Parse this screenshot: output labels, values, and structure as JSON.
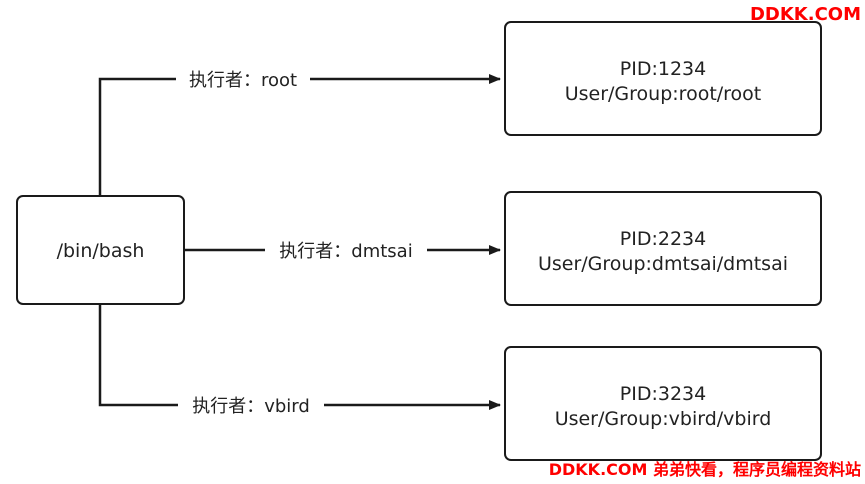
{
  "watermark": {
    "top": "DDKK.COM",
    "bottom": "DDKK.COM 弟弟快看，程序员编程资料站"
  },
  "colors": {
    "stroke": "#1a1a1a",
    "watermark": "#ff0000"
  },
  "source": {
    "label": "/bin/bash"
  },
  "processes": [
    {
      "pid": "PID:1234",
      "user_group": "User/Group:root/root",
      "edge_label": "执行者：root"
    },
    {
      "pid": "PID:2234",
      "user_group": "User/Group:dmtsai/dmtsai",
      "edge_label": "执行者：dmtsai"
    },
    {
      "pid": "PID:3234",
      "user_group": "User/Group:vbird/vbird",
      "edge_label": "执行者：vbird"
    }
  ]
}
